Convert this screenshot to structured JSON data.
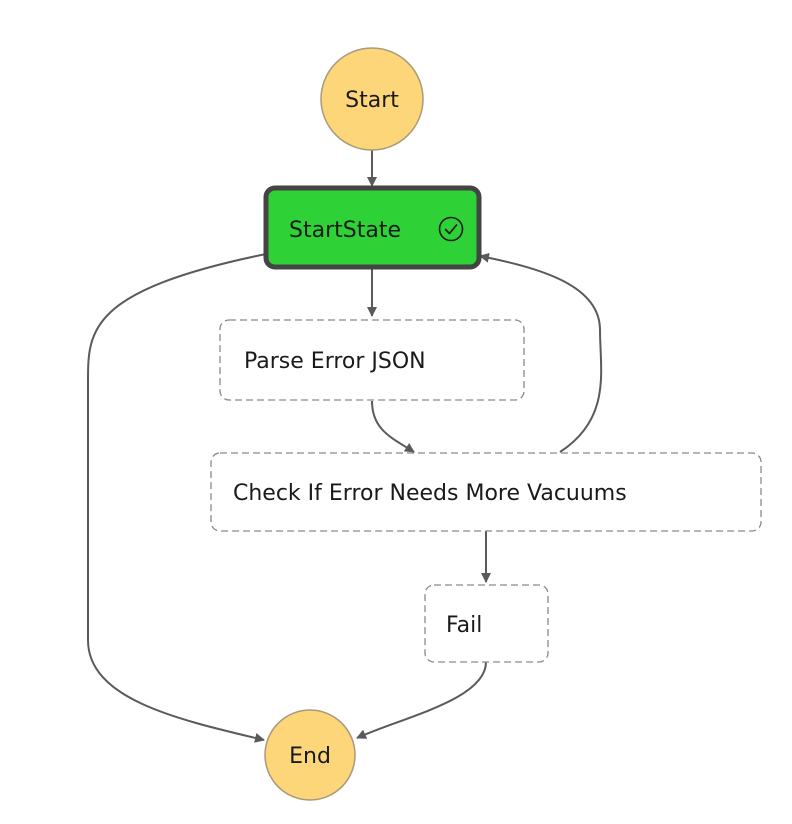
{
  "diagram": {
    "nodes": {
      "start": {
        "label": "Start",
        "kind": "terminal"
      },
      "start_state": {
        "label": "StartState",
        "kind": "task",
        "status": "succeeded",
        "status_icon": "check-circle-icon"
      },
      "parse_error_json": {
        "label": "Parse Error JSON",
        "kind": "task",
        "status": "not-run"
      },
      "check_error": {
        "label": "Check If Error Needs More Vacuums",
        "kind": "task",
        "status": "not-run"
      },
      "fail": {
        "label": "Fail",
        "kind": "task",
        "status": "not-run"
      },
      "end": {
        "label": "End",
        "kind": "terminal"
      }
    },
    "edges": [
      {
        "from": "start",
        "to": "start_state"
      },
      {
        "from": "start_state",
        "to": "parse_error_json"
      },
      {
        "from": "parse_error_json",
        "to": "check_error"
      },
      {
        "from": "check_error",
        "to": "start_state"
      },
      {
        "from": "check_error",
        "to": "fail"
      },
      {
        "from": "fail",
        "to": "end"
      },
      {
        "from": "start_state",
        "to": "end"
      }
    ],
    "colors": {
      "terminal_fill": "#fdd67a",
      "succeeded_fill": "#2ed136",
      "succeeded_border": "#444444",
      "pending_border": "#8a8a8a",
      "edge": "#5a5a5a"
    }
  }
}
